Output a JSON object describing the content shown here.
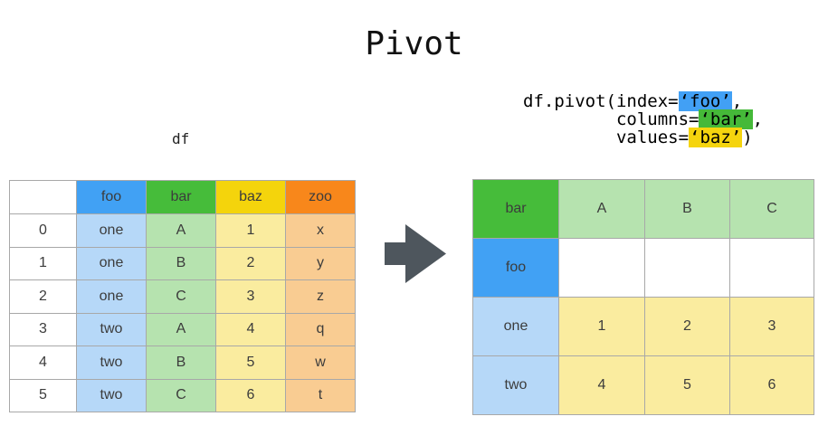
{
  "title": "Pivot",
  "left_panel": {
    "label": "df",
    "table": {
      "header": [
        "",
        "foo",
        "bar",
        "baz",
        "zoo"
      ],
      "rows": [
        [
          "0",
          "one",
          "A",
          "1",
          "x"
        ],
        [
          "1",
          "one",
          "B",
          "2",
          "y"
        ],
        [
          "2",
          "one",
          "C",
          "3",
          "z"
        ],
        [
          "3",
          "two",
          "A",
          "4",
          "q"
        ],
        [
          "4",
          "two",
          "B",
          "5",
          "w"
        ],
        [
          "5",
          "two",
          "C",
          "6",
          "t"
        ]
      ]
    }
  },
  "code": {
    "line1": {
      "pre": "df.pivot(index=",
      "hl": "‘foo’",
      "post": ","
    },
    "line2": {
      "pre": "         columns=",
      "hl": "‘bar’",
      "post": ","
    },
    "line3": {
      "pre": "         values=",
      "hl": "‘baz’",
      "post": ")"
    }
  },
  "right_table": {
    "col_header_label": "bar",
    "row_header_label": "foo",
    "col_headers": [
      "A",
      "B",
      "C"
    ],
    "rows": [
      {
        "label": "one",
        "values": [
          "1",
          "2",
          "3"
        ]
      },
      {
        "label": "two",
        "values": [
          "4",
          "5",
          "6"
        ]
      }
    ]
  },
  "colors": {
    "header_blue": "#41A1F4",
    "header_green": "#46BC3A",
    "header_yellow": "#F4D40C",
    "header_orange": "#F8871B",
    "cell_light_blue": "#B6D8F8",
    "cell_light_green": "#B6E3AF",
    "cell_light_yellow": "#FAEC9F",
    "cell_light_orange": "#F9CC92",
    "highlight_blue": "#42A0F5",
    "highlight_green": "#45B939",
    "highlight_yellow": "#F5D40E",
    "arrow_gray": "#4E565D",
    "table_border": "#A8A8A8"
  }
}
